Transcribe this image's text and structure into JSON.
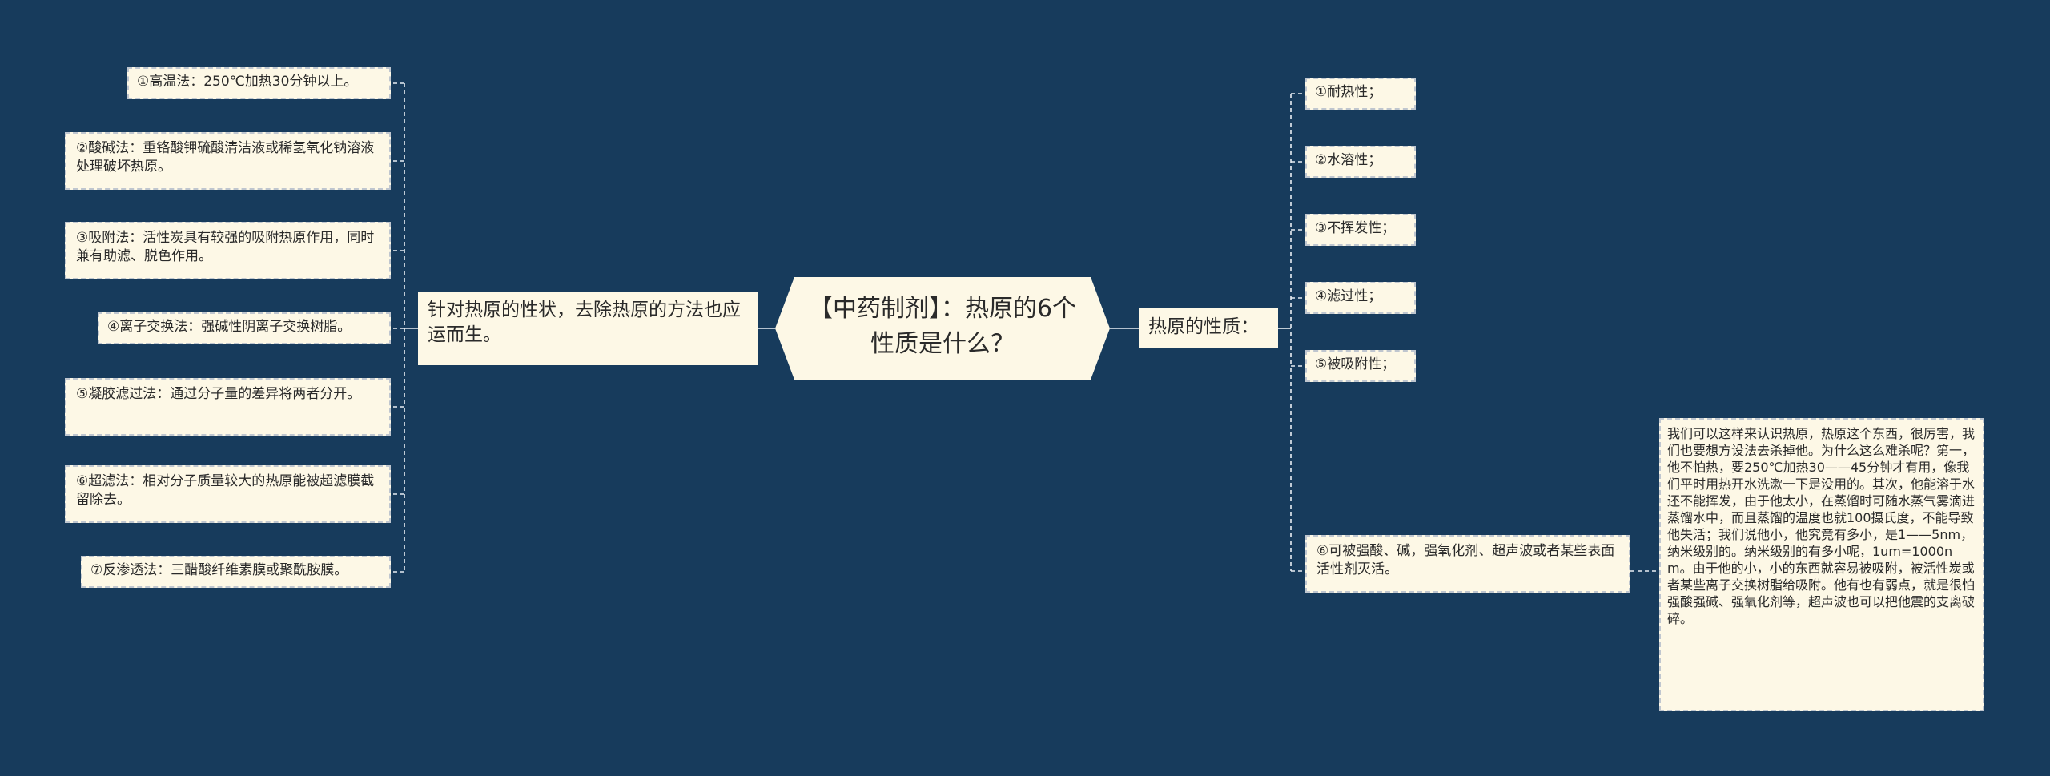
{
  "colors": {
    "background": "#173b5c",
    "node_fill": "#fdf8e6",
    "node_border": "#bfc6cf",
    "link": "#e9eef3"
  },
  "center": {
    "title": "【中药制剂】：热原的6个性质是什么？"
  },
  "left_branch": {
    "label": "针对热原的性状，去除热原的方法也应运而生。",
    "items": [
      "①高温法：250℃加热30分钟以上。",
      "②酸碱法：重铬酸钾硫酸清洁液或稀氢氧化钠溶液处理破坏热原。",
      "③吸附法：活性炭具有较强的吸附热原作用，同时兼有助滤、脱色作用。",
      "④离子交换法：强碱性阴离子交换树脂。",
      "⑤凝胶滤过法：通过分子量的差异将两者分开。",
      "⑥超滤法：相对分子质量较大的热原能被超滤膜截留除去。",
      "⑦反渗透法：三醋酸纤维素膜或聚酰胺膜。"
    ]
  },
  "right_branch": {
    "label": "热原的性质：",
    "items": [
      "①耐热性；",
      "②水溶性；",
      "③不挥发性；",
      "④滤过性；",
      "⑤被吸附性；",
      "⑥可被强酸、碱，强氧化剂、超声波或者某些表面活性剂灭活。"
    ],
    "note": "我们可以这样来认识热原，热原这个东西，很厉害，我们也要想方设法去杀掉他。为什么这么难杀呢？第一，他不怕热，要250℃加热30——45分钟才有用，像我们平时用热开水洗漱一下是没用的。其次，他能溶于水还不能挥发，由于他太小，在蒸馏时可随水蒸气雾滴进蒸馏水中，而且蒸馏的温度也就100摄氏度，不能导致他失活；我们说他小，他究竟有多小，是1——5nm，纳米级别的。纳米级别的有多小呢，1um=1000nm。由于他的小，小的东西就容易被吸附，被活性炭或者某些离子交换树脂给吸附。他有也有弱点，就是很怕强酸强碱、强氧化剂等，超声波也可以把他震的支离破碎。"
  }
}
